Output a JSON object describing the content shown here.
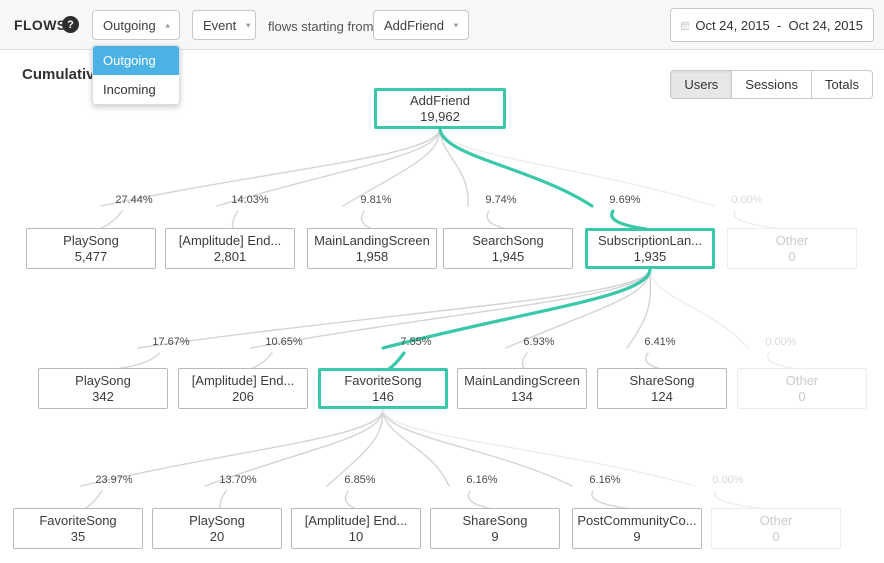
{
  "header": {
    "app_label": "FLOWS",
    "direction": {
      "selected": "Outgoing",
      "menu": [
        {
          "label": "Outgoing",
          "selected": true
        },
        {
          "label": "Incoming",
          "selected": false
        }
      ]
    },
    "event_type": "Event",
    "phrase": "flows starting from",
    "start_event": "AddFriend",
    "date_range": "Oct 24, 2015  -  Oct 24, 2015"
  },
  "view": {
    "section_title": "Cumulative",
    "toggle": [
      "Users",
      "Sessions",
      "Totals"
    ],
    "toggle_selected": "Users"
  },
  "icons": {
    "help": "?",
    "chevron_up": "▲",
    "chevron_down": "▼"
  },
  "colors": {
    "teal": "#3bc7a9",
    "blue": "#4cb2e6",
    "gray_curve": "#d4d4d4",
    "light_curve": "#ededed"
  },
  "chart_data": {
    "type": "flow-tree",
    "metric": "Users",
    "root": {
      "name": "AddFriend",
      "value": "19,962",
      "highlighted": true
    },
    "levels": [
      {
        "from": "AddFriend",
        "nodes": [
          {
            "pct": "27.44%",
            "name": "PlaySong",
            "value": "5,477"
          },
          {
            "pct": "14.03%",
            "name": "[Amplitude] End...",
            "value": "2,801"
          },
          {
            "pct": "9.81%",
            "name": "MainLandingScreen",
            "value": "1,958"
          },
          {
            "pct": "9.74%",
            "name": "SearchSong",
            "value": "1,945"
          },
          {
            "pct": "9.69%",
            "name": "SubscriptionLan...",
            "value": "1,935",
            "highlighted": true
          },
          {
            "pct": "0.00%",
            "name": "Other",
            "value": "0",
            "muted": true
          }
        ]
      },
      {
        "from": "SubscriptionLan...",
        "nodes": [
          {
            "pct": "17.67%",
            "name": "PlaySong",
            "value": "342"
          },
          {
            "pct": "10.65%",
            "name": "[Amplitude] End...",
            "value": "206"
          },
          {
            "pct": "7.55%",
            "name": "FavoriteSong",
            "value": "146",
            "highlighted": true
          },
          {
            "pct": "6.93%",
            "name": "MainLandingScreen",
            "value": "134"
          },
          {
            "pct": "6.41%",
            "name": "ShareSong",
            "value": "124"
          },
          {
            "pct": "0.00%",
            "name": "Other",
            "value": "0",
            "muted": true
          }
        ]
      },
      {
        "from": "FavoriteSong",
        "nodes": [
          {
            "pct": "23.97%",
            "name": "FavoriteSong",
            "value": "35"
          },
          {
            "pct": "13.70%",
            "name": "PlaySong",
            "value": "20"
          },
          {
            "pct": "6.85%",
            "name": "[Amplitude] End...",
            "value": "10"
          },
          {
            "pct": "6.16%",
            "name": "ShareSong",
            "value": "9"
          },
          {
            "pct": "6.16%",
            "name": "PostCommunityCo...",
            "value": "9"
          },
          {
            "pct": "0.00%",
            "name": "Other",
            "value": "0",
            "muted": true
          }
        ]
      }
    ]
  }
}
